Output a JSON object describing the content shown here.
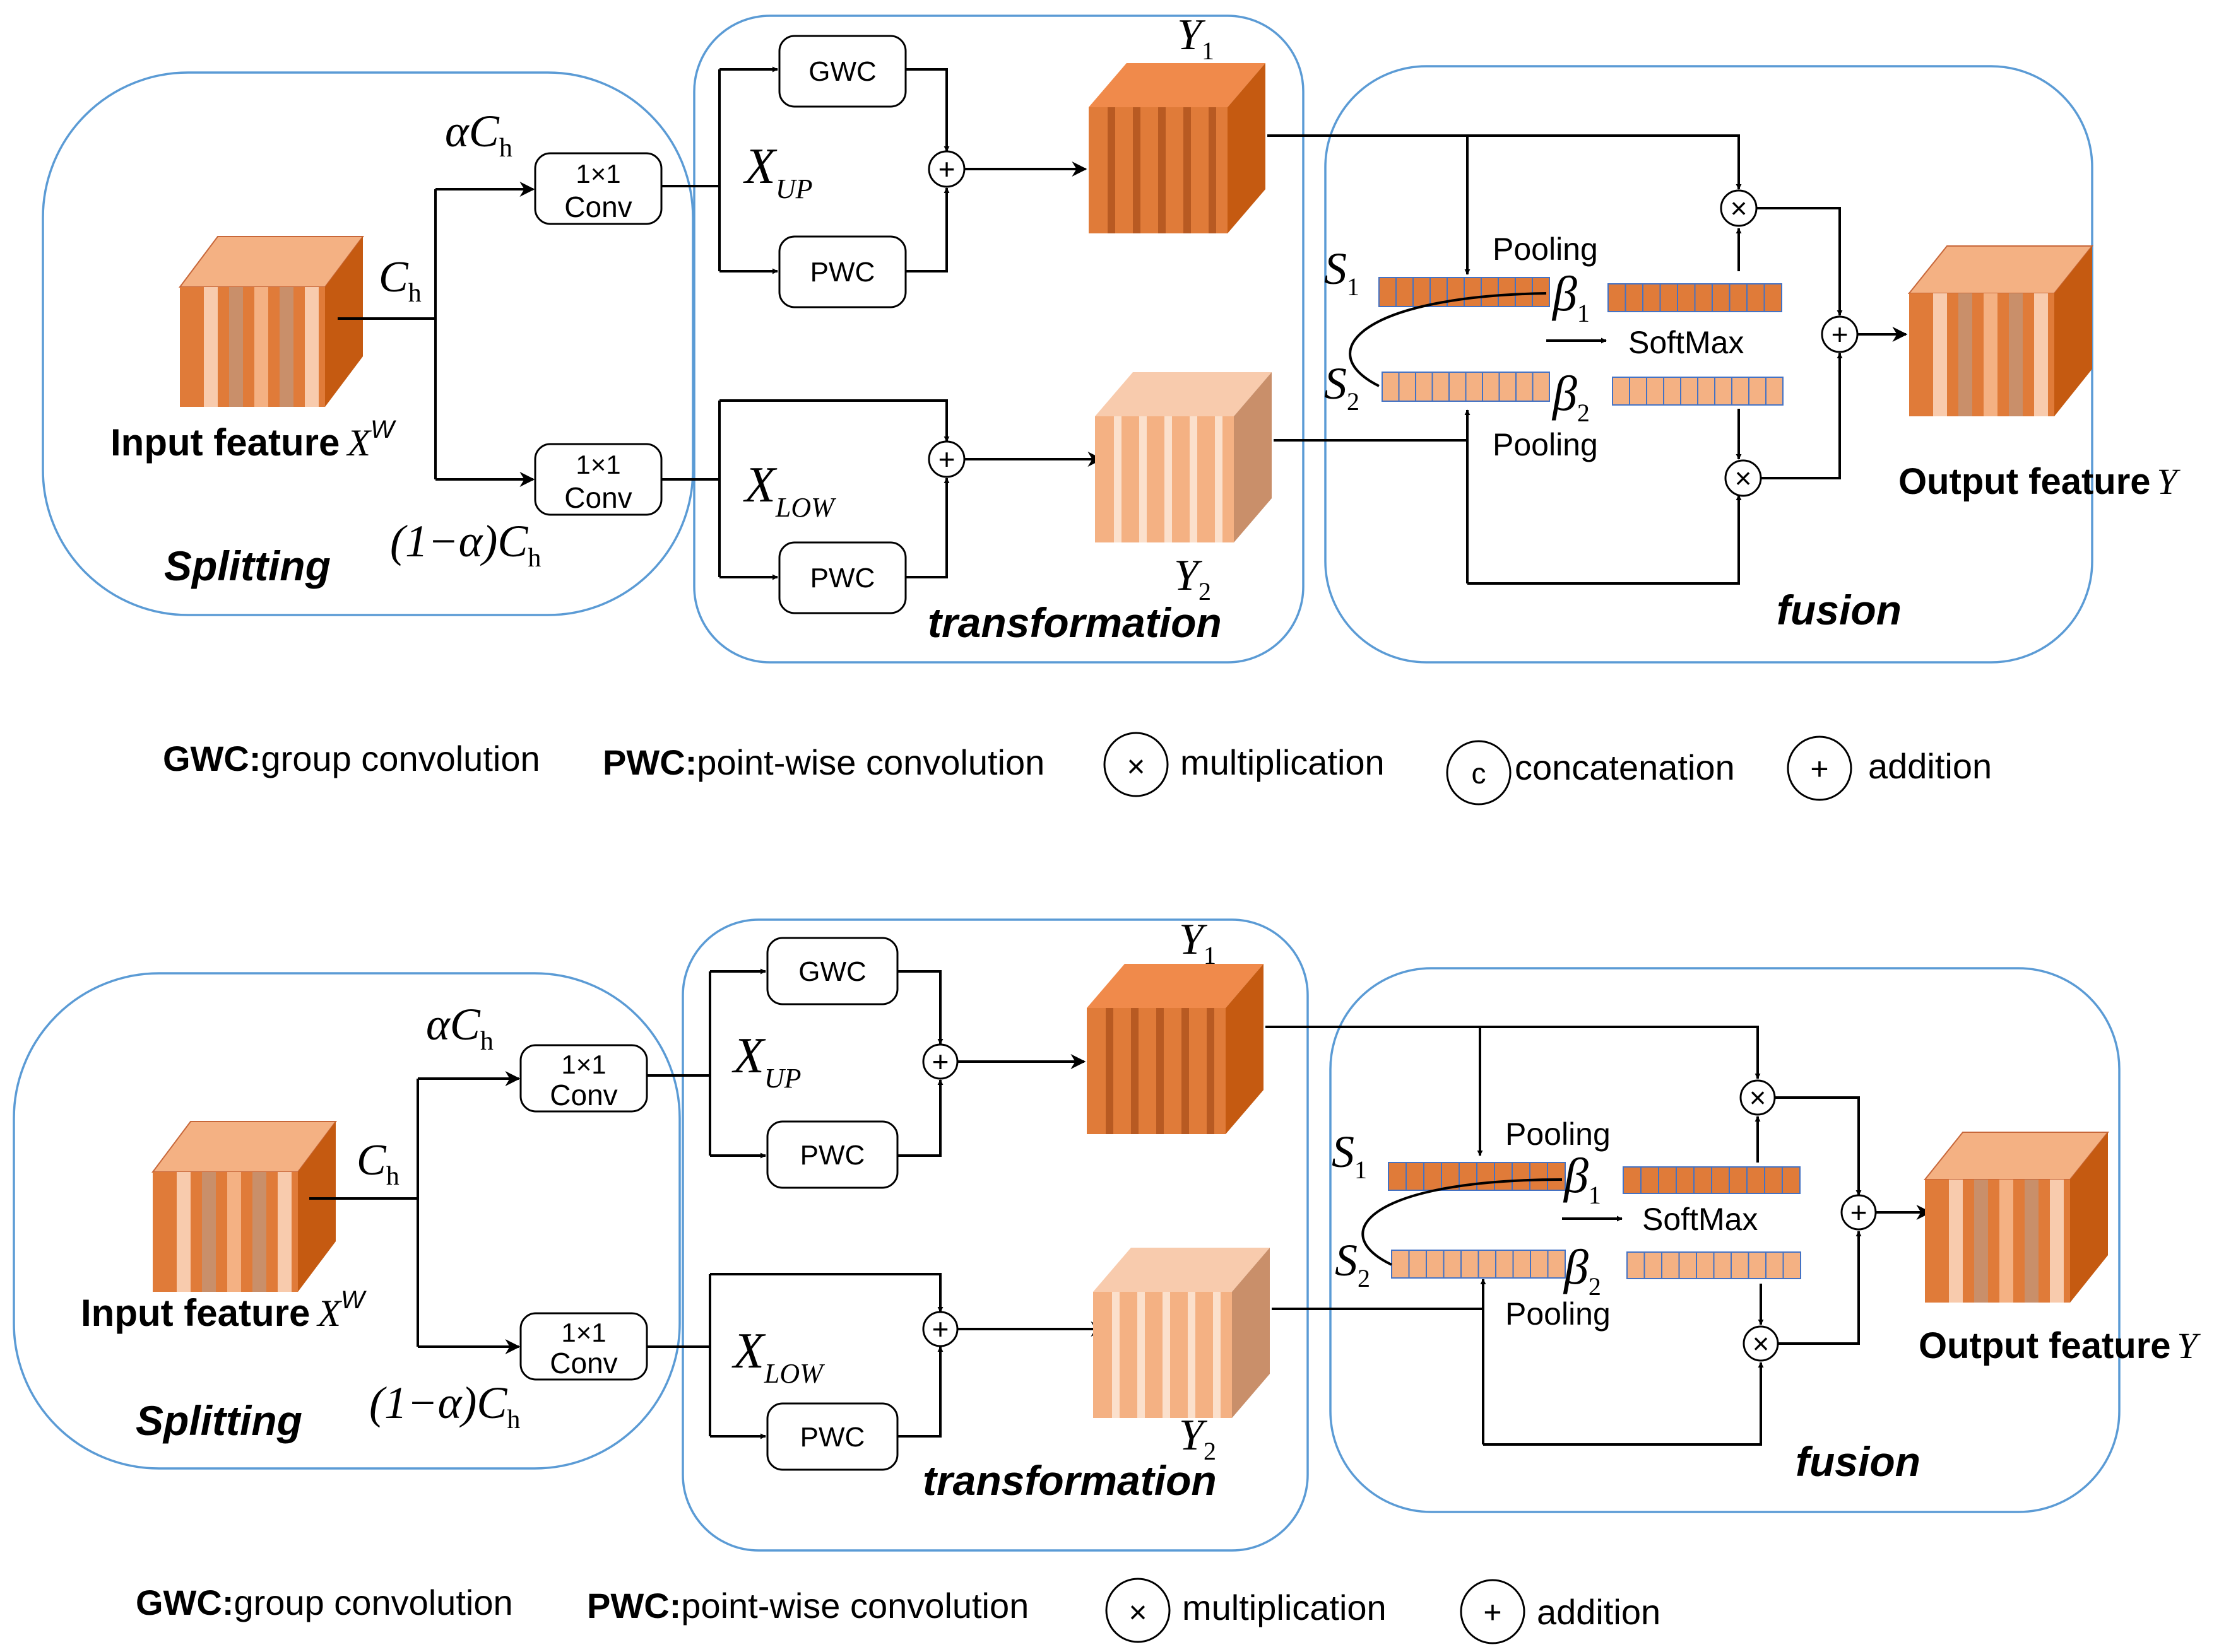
{
  "colors": {
    "region_border": "#5b9bd5",
    "dark_orange": "#e07b39",
    "light_orange": "#f4b183",
    "tan": "#c98f6a",
    "cell_border": "#4472c4"
  },
  "diagrams": [
    {
      "splitting": {
        "label": "Splitting",
        "input": "Input feature",
        "input_sym": "X",
        "input_sup": "W",
        "ch_sym": "C",
        "ch_sub": "h",
        "alpha_pre": "α",
        "alpha_sym": "C",
        "alpha_sub": "h",
        "one_minus_pre": "(1−α)",
        "one_minus_sym": "C",
        "one_minus_sub": "h",
        "conv_top": "1×1",
        "conv_bottom": "Conv"
      },
      "transformation": {
        "label": "transformation",
        "gwc": "GWC",
        "pwc": "PWC",
        "xup_sym": "X",
        "xup_sub": "UP",
        "xlow_sym": "X",
        "xlow_sub": "LOW",
        "y1_sym": "Y",
        "y1_sub": "1",
        "y2_sym": "Y",
        "y2_sub": "2"
      },
      "fusion": {
        "label": "fusion",
        "pooling_top": "Pooling",
        "pooling_bottom": "Pooling",
        "s1_sym": "S",
        "s1_sub": "1",
        "s2_sym": "S",
        "s2_sub": "2",
        "b1_sym": "β",
        "b1_sub": "1",
        "b2_sym": "β",
        "b2_sub": "2",
        "softmax": "SoftMax",
        "output": "Output feature",
        "output_sym": "Y"
      },
      "legend": [
        {
          "bold": "GWC:",
          "text": "group convolution"
        },
        {
          "bold": "PWC:",
          "text": "point-wise convolution"
        },
        {
          "symbol": "×",
          "text": "multiplication"
        },
        {
          "symbol": "c",
          "text": "concatenation"
        },
        {
          "symbol": "+",
          "text": "addition"
        }
      ]
    },
    {
      "splitting": {
        "label": "Splitting",
        "input": "Input feature",
        "input_sym": "X",
        "input_sup": "W",
        "ch_sym": "C",
        "ch_sub": "h",
        "alpha_pre": "α",
        "alpha_sym": "C",
        "alpha_sub": "h",
        "one_minus_pre": "(1−α)",
        "one_minus_sym": "C",
        "one_minus_sub": "h",
        "conv_top": "1×1",
        "conv_bottom": "Conv"
      },
      "transformation": {
        "label": "transformation",
        "gwc": "GWC",
        "pwc": "PWC",
        "xup_sym": "X",
        "xup_sub": "UP",
        "xlow_sym": "X",
        "xlow_sub": "LOW",
        "y1_sym": "Y",
        "y1_sub": "1",
        "y2_sym": "Y",
        "y2_sub": "2"
      },
      "fusion": {
        "label": "fusion",
        "pooling_top": "Pooling",
        "pooling_bottom": "Pooling",
        "s1_sym": "S",
        "s1_sub": "1",
        "s2_sym": "S",
        "s2_sub": "2",
        "b1_sym": "β",
        "b1_sub": "1",
        "b2_sym": "β",
        "b2_sub": "2",
        "softmax": "SoftMax",
        "output": "Output feature",
        "output_sym": "Y"
      },
      "legend": [
        {
          "bold": "GWC:",
          "text": "group convolution"
        },
        {
          "bold": "PWC:",
          "text": "point-wise convolution"
        },
        {
          "symbol": "×",
          "text": "multiplication"
        },
        {
          "symbol": "+",
          "text": "addition"
        }
      ]
    }
  ]
}
